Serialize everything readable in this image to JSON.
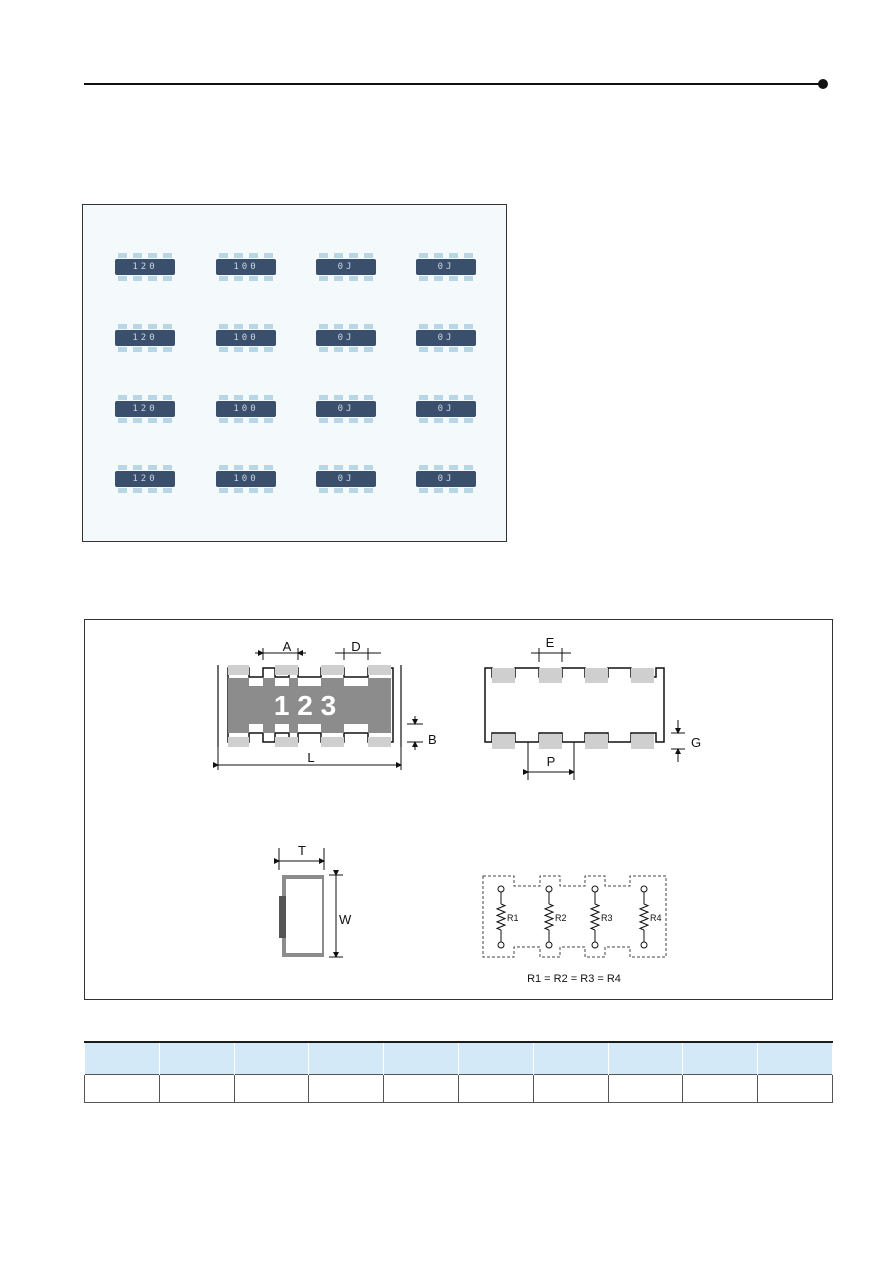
{
  "photo": {
    "chip_markings": [
      [
        "120",
        "100",
        "0J",
        "0J"
      ],
      [
        "120",
        "100",
        "0J",
        "0J"
      ],
      [
        "120",
        "100",
        "0J",
        "0J"
      ],
      [
        "120",
        "100",
        "0J",
        "0J"
      ]
    ]
  },
  "dimension_drawing": {
    "labels": {
      "a": "A",
      "d": "D",
      "b": "B",
      "l": "L",
      "e": "E",
      "g": "G",
      "p": "P",
      "t": "T",
      "w": "W",
      "marking": "1 2 3"
    },
    "circuit": {
      "resistors": [
        "R1",
        "R2",
        "R3",
        "R4"
      ],
      "equation": "R1 = R2 = R3 = R4"
    }
  },
  "table": {
    "columns": [
      "",
      "",
      "",
      "",
      "",
      "",
      "",
      "",
      "",
      ""
    ],
    "rows": [
      [
        "",
        "",
        "",
        "",
        "",
        "",
        "",
        "",
        "",
        ""
      ]
    ]
  }
}
